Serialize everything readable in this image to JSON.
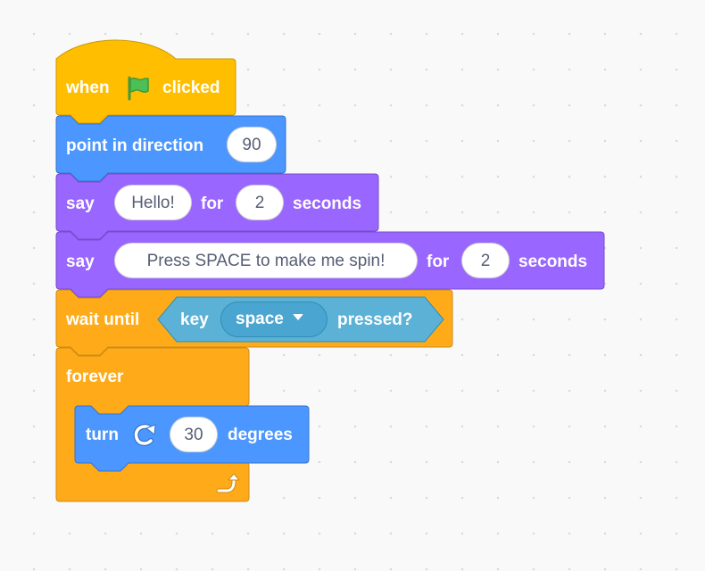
{
  "workspace": {
    "colors": {
      "events": "#FFBF00",
      "motion": "#4C97FF",
      "looks": "#9966FF",
      "control": "#FFAB19",
      "sensing": "#5CB1D6"
    }
  },
  "blocks": {
    "hat": {
      "label_when": "when",
      "icon": "green-flag-icon",
      "label_clicked": "clicked"
    },
    "point": {
      "label": "point in direction",
      "value": "90"
    },
    "say1": {
      "label_say": "say",
      "message": "Hello!",
      "label_for": "for",
      "secs": "2",
      "label_seconds": "seconds"
    },
    "say2": {
      "label_say": "say",
      "message": "Press SPACE to make me spin!",
      "label_for": "for",
      "secs": "2",
      "label_seconds": "seconds"
    },
    "wait": {
      "label": "wait until",
      "label_key": "key",
      "key": "space",
      "label_pressed": "pressed?"
    },
    "forever": {
      "label": "forever",
      "loop_icon": "loop-arrow-icon"
    },
    "turn": {
      "label_turn": "turn",
      "icon": "rotate-clockwise-icon",
      "value": "30",
      "label_degrees": "degrees"
    }
  }
}
